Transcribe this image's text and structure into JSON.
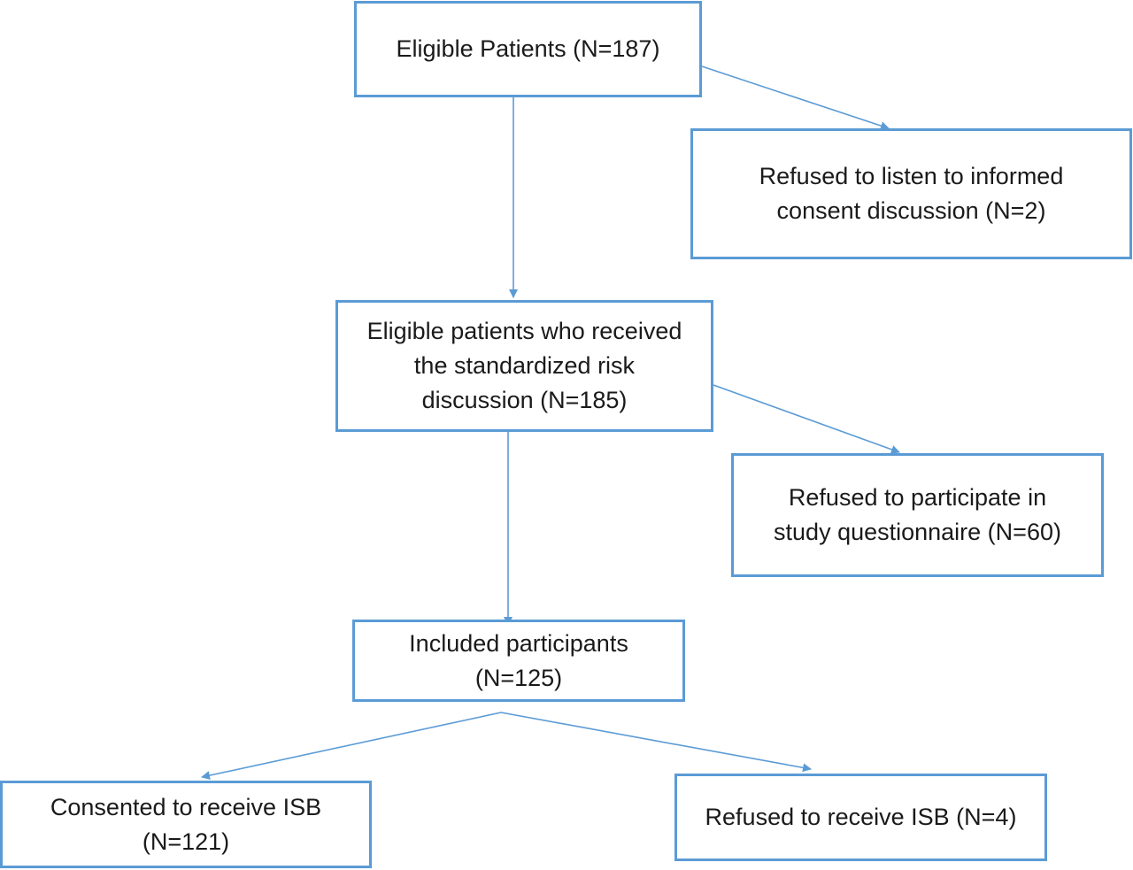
{
  "flowchart": {
    "nodes": {
      "eligible": "Eligible Patients (N=187)",
      "refused_listen": "Refused to listen to informed\nconsent discussion (N=2)",
      "received_discussion": "Eligible patients who received\nthe standardized risk\ndiscussion (N=185)",
      "refused_questionnaire": "Refused to participate in\nstudy questionnaire (N=60)",
      "included": "Included participants\n(N=125)",
      "consented_isb": "Consented to receive ISB\n(N=121)",
      "refused_isb": "Refused to receive ISB (N=4)"
    },
    "edge_color": "#5b9bd5"
  }
}
